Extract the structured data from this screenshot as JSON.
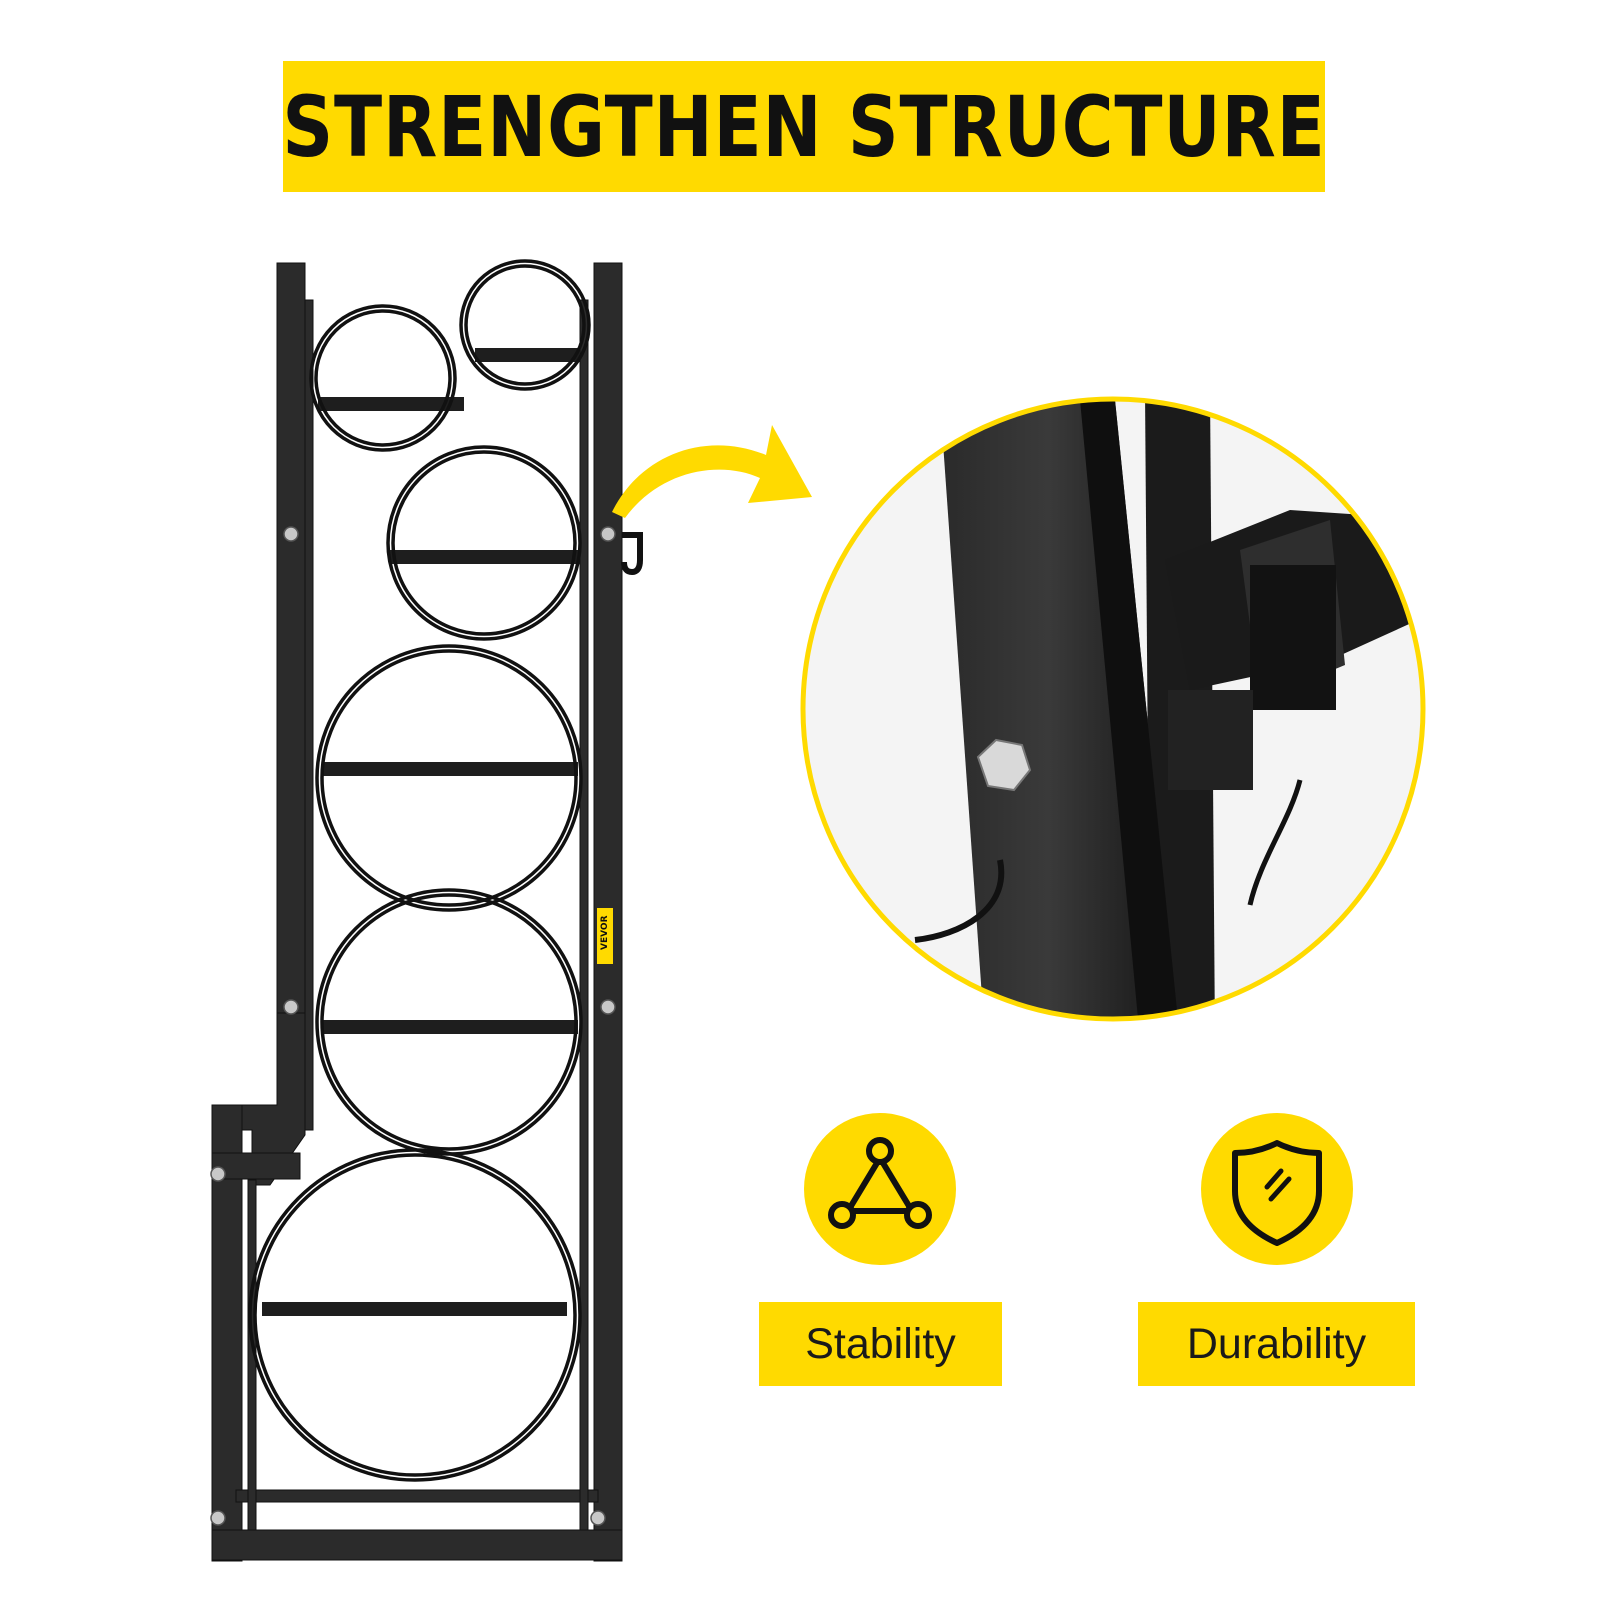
{
  "title": "STRENGTHEN STRUCTURE",
  "brand_label": "VEVOR",
  "features": [
    {
      "label": "Stability",
      "icon": "triangle-nodes-icon"
    },
    {
      "label": "Durability",
      "icon": "shield-icon"
    }
  ],
  "colors": {
    "accent_yellow": "#FFDA00",
    "frame_black": "#1c1c1c",
    "text_dark": "#111111",
    "background": "#ffffff"
  }
}
